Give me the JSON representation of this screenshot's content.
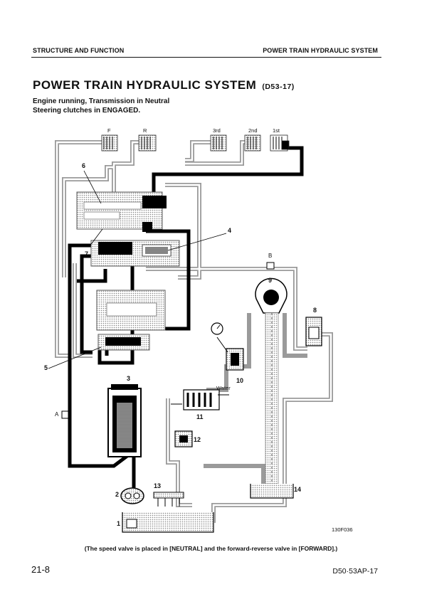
{
  "header": {
    "left": "STRUCTURE AND FUNCTION",
    "right": "POWER TRAIN HYDRAULIC SYSTEM"
  },
  "title": "POWER TRAIN HYDRAULIC SYSTEM",
  "model": "(D53-17)",
  "conditions": [
    "Engine running, Transmission in Neutral",
    "Steering clutches in ENGAGED."
  ],
  "clutch_labels": [
    "F",
    "R",
    "3rd",
    "2nd",
    "1st"
  ],
  "component_numbers": [
    "1",
    "2",
    "3",
    "4",
    "5",
    "6",
    "7",
    "8",
    "9",
    "10",
    "11",
    "12",
    "13",
    "14"
  ],
  "port_labels": {
    "a": "A",
    "b": "B"
  },
  "water_label": "Water",
  "figure_code": "130F036",
  "caption": "(The speed valve is placed in [NEUTRAL] and the forward-reverse valve in [FORWARD].)",
  "page_number": "21-8",
  "doc_code": "D50·53AP-17"
}
